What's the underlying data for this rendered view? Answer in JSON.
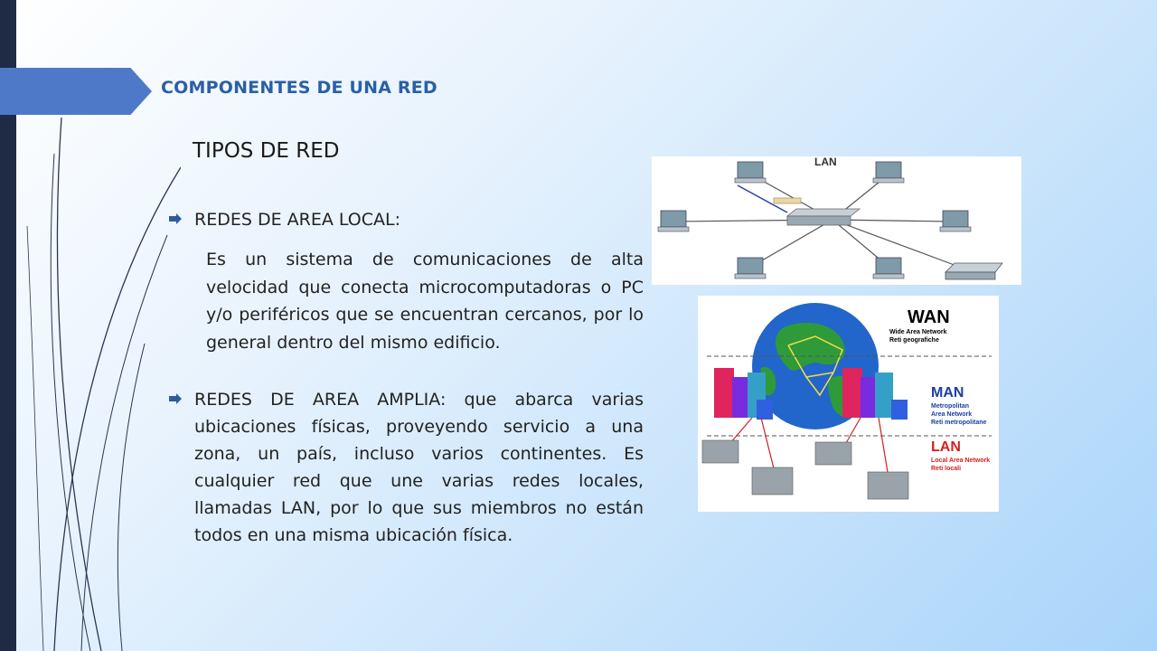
{
  "slide": {
    "title": "COMPONENTES DE UNA RED",
    "subtitle": "TIPOS DE RED"
  },
  "items": [
    {
      "heading": "REDES DE AREA LOCAL:",
      "description": "Es un sistema de comunicaciones de alta velocidad que conecta microcomputadoras o PC y/o periféricos que se encuentran cercanos, por lo general dentro del mismo edificio."
    },
    {
      "text": "REDES DE AREA AMPLIA: que abarca varias ubicaciones físicas, proveyendo servicio a una zona, un país, incluso varios continentes. Es cualquier red que une varias redes locales, llamadas LAN, por lo que sus miembros no están todos en una misma ubicación física."
    }
  ],
  "images": {
    "lan": {
      "label": "LAN"
    },
    "wan": {
      "wan_label": "WAN",
      "wan_sub1": "Wide Area Network",
      "wan_sub2": "Reti geografiche",
      "man_label": "MAN",
      "man_sub1": "Metropolitan",
      "man_sub2": "Area Network",
      "man_sub3": "Reti metropolitane",
      "lan_label": "LAN",
      "lan_sub1": "Local Area Network",
      "lan_sub2": "Reti locali"
    }
  },
  "colors": {
    "accent_tab": "#4e79c9",
    "title": "#2a5fa8",
    "bullet": "#2e5c9a",
    "left_bar": "#1f2a44",
    "wan_text": "#000000",
    "man_text": "#1b3fa0",
    "lan_text": "#d42020"
  },
  "icons": [
    "bullet-arrow-icon",
    "computer-icon",
    "switch-icon",
    "globe-icon",
    "building-icon"
  ]
}
